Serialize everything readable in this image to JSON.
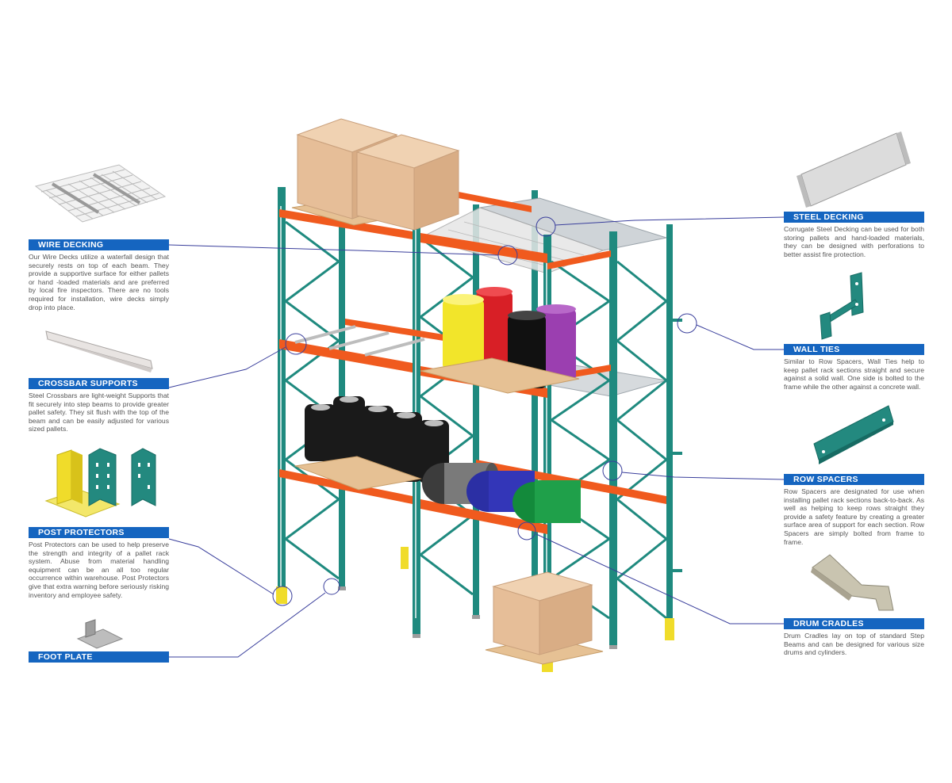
{
  "callouts": {
    "wire_decking": {
      "label": "WIRE DECKING",
      "text": "Our Wire Decks utilize a waterfall design that securely rests on top of each beam. They provide a supportive surface for either pallets or hand -loaded materials and are preferred by local fire inspectors. There are no tools required for installation, wire decks simply drop into place."
    },
    "crossbar_supports": {
      "label": "CROSSBAR SUPPORTS",
      "text": "Steel Crossbars are light-weight Supports that fit securely into step beams to provide greater pallet safety. They sit flush with the top of the beam and can be easily adjusted for various sized pallets."
    },
    "post_protectors": {
      "label": "POST PROTECTORS",
      "text": "Post Protectors can be used to help preserve the strength and integrity of a pallet rack system. Abuse from material handling equipment can be an all too regular occurrence within warehouse. Post Protectors give that extra warning before seriously risking inventory and employee safety."
    },
    "foot_plate": {
      "label": "FOOT PLATE",
      "text": ""
    },
    "steel_decking": {
      "label": "STEEL DECKING",
      "text": "Corrugate Steel Decking can be used for both storing pallets and hand-loaded materials, they can be designed with perforations to better assist fire protection."
    },
    "wall_ties": {
      "label": "WALL TIES",
      "text": "Similar to Row Spacers, Wall Ties help to keep pallet rack sections straight and secure against a solid wall. One side is bolted to the frame while the other against a concrete wall."
    },
    "row_spacers": {
      "label": "ROW SPACERS",
      "text": "Row Spacers are designated for use when installing pallet rack sections back-to-back. As well as helping to keep rows straight they provide a safety feature by creating a greater surface area of support for each section. Row Spacers are simply bolted from frame to frame."
    },
    "drum_cradles": {
      "label": "DRUM CRADLES",
      "text": "Drum Cradles lay on top of standard Step Beams and can be designed for various size drums and cylinders."
    }
  },
  "colors": {
    "label_bg": "#1565c0",
    "upright": "#1f8a7f",
    "beam": "#f05a1e",
    "box": "#e9c3a0",
    "pallet": "#e6c194",
    "connector": "#3a3f9c"
  }
}
